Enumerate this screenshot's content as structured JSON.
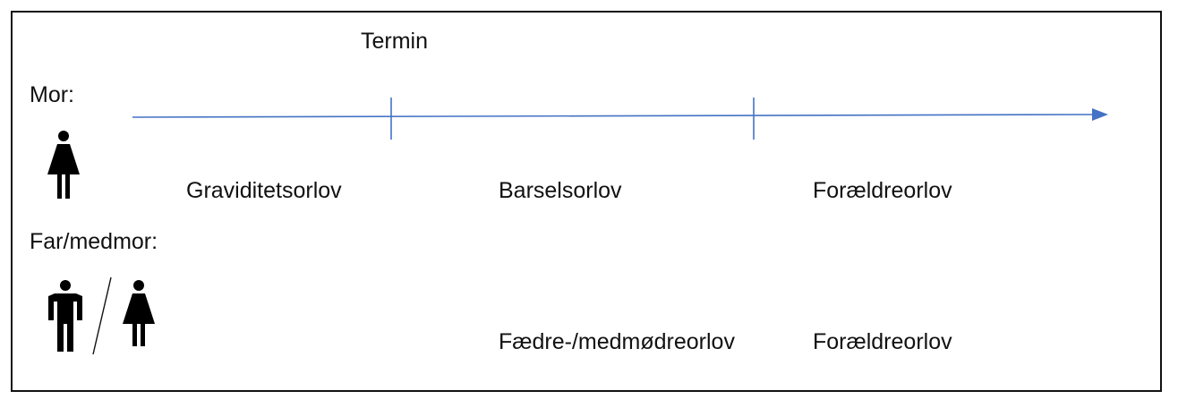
{
  "diagram": {
    "termin_label": "Termin",
    "mor_label": "Mor:",
    "far_medmor_label": "Far/medmor:",
    "mor_periods": [
      "Graviditetsorlov",
      "Barselsorlov",
      "Forældreorlov"
    ],
    "far_periods": [
      "Fædre-/medmødreorlov",
      "Forældreorlov"
    ],
    "icons": [
      "woman-icon",
      "man-icon",
      "slash-divider",
      "woman-icon"
    ],
    "colors": {
      "timeline": "#4472C4",
      "text": "#111111",
      "border": "#111111"
    }
  }
}
